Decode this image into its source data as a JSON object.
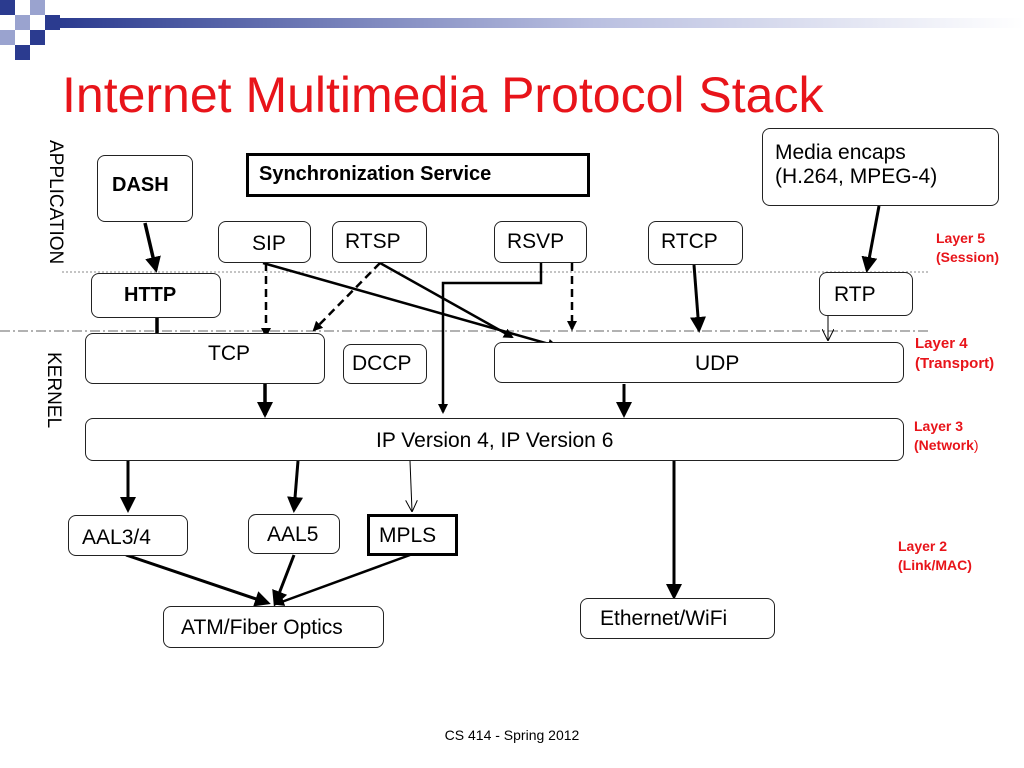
{
  "title": "Internet Multimedia Protocol Stack",
  "colors": {
    "title": "#e8141a",
    "layer_labels": "#e8141a",
    "deco_dark": "#2b3b8f",
    "deco_light": "#9aa3cf"
  },
  "side_labels": {
    "application": "APPLICATION",
    "kernel": "KERNEL"
  },
  "boxes": {
    "dash": "DASH",
    "sync": "Synchronization Service",
    "media_encaps_line1": "Media encaps",
    "media_encaps_line2": "(H.264, MPEG-4)",
    "sip": "SIP",
    "rtsp": "RTSP",
    "rsvp": "RSVP",
    "rtcp": "RTCP",
    "http": "HTTP",
    "rtp": "RTP",
    "tcp": "TCP",
    "dccp": "DCCP",
    "udp": "UDP",
    "ip": "IP Version 4, IP Version 6",
    "aal34": "AAL3/4",
    "aal5": "AAL5",
    "mpls": "MPLS",
    "atm": "ATM/Fiber Optics",
    "ethernet": "Ethernet/WiFi"
  },
  "layers": {
    "l5_line1": "Layer 5",
    "l5_line2": "(Session)",
    "l4_line1": "Layer 4",
    "l4_line2": "(Transport)",
    "l3_line1": "Layer 3",
    "l3_line2a": "(Network",
    "l3_line2b": ")",
    "l2_line1": "Layer 2",
    "l2_line2": "(Link/MAC)"
  },
  "footer": "CS 414 - Spring 2012"
}
